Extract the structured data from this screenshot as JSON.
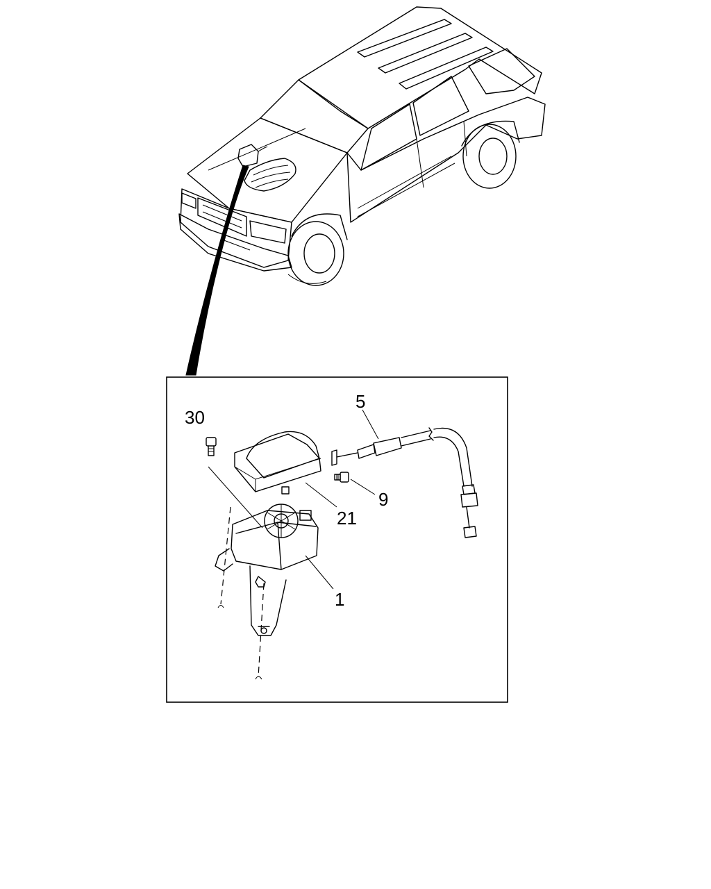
{
  "diagram": {
    "callouts": [
      {
        "id": "part-30",
        "label": "30"
      },
      {
        "id": "part-5",
        "label": "5"
      },
      {
        "id": "part-9",
        "label": "9"
      },
      {
        "id": "part-21",
        "label": "21"
      },
      {
        "id": "part-1",
        "label": "1"
      }
    ]
  }
}
